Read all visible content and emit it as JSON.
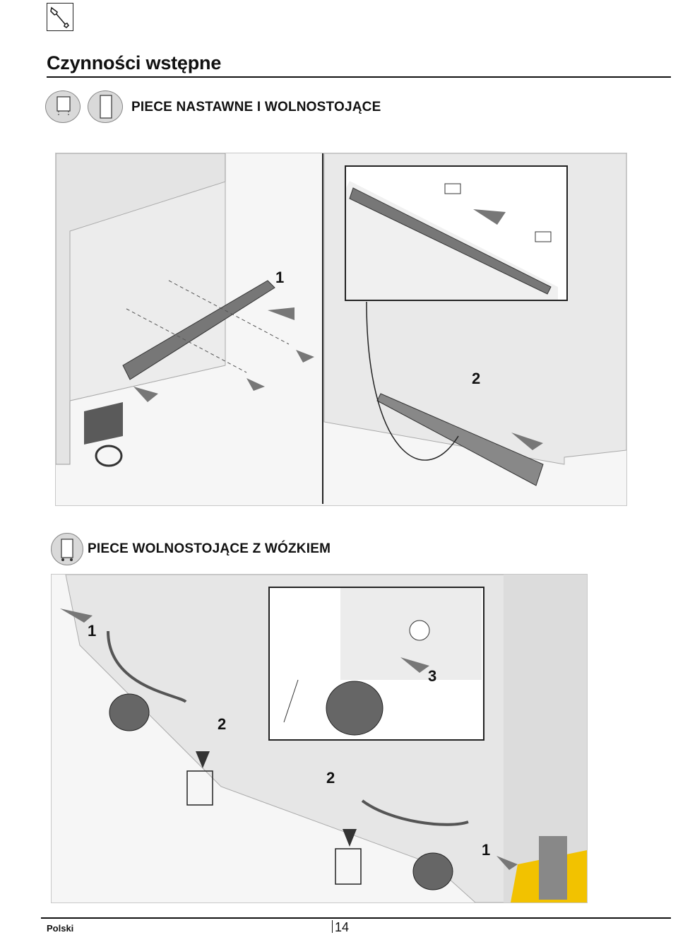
{
  "header": {
    "icon": "wrench-icon",
    "title": "Czynności wstępne"
  },
  "section1": {
    "heading": "PIECE NASTAWNE I WOLNOSTOJĄCE",
    "icons": [
      "benchtop-oven-icon",
      "freestanding-oven-icon"
    ],
    "steps": [
      "1",
      "2"
    ]
  },
  "section2": {
    "heading": "PIECE WOLNOSTOJĄCE Z WÓZKIEM",
    "icons": [
      "trolley-oven-icon"
    ],
    "steps": [
      "1",
      "2",
      "3",
      "2",
      "1"
    ]
  },
  "footer": {
    "language": "Polski",
    "page_number": "14"
  },
  "colors": {
    "arrow": "#777777",
    "caster_accent": "#f2c200",
    "ink": "#111111"
  }
}
